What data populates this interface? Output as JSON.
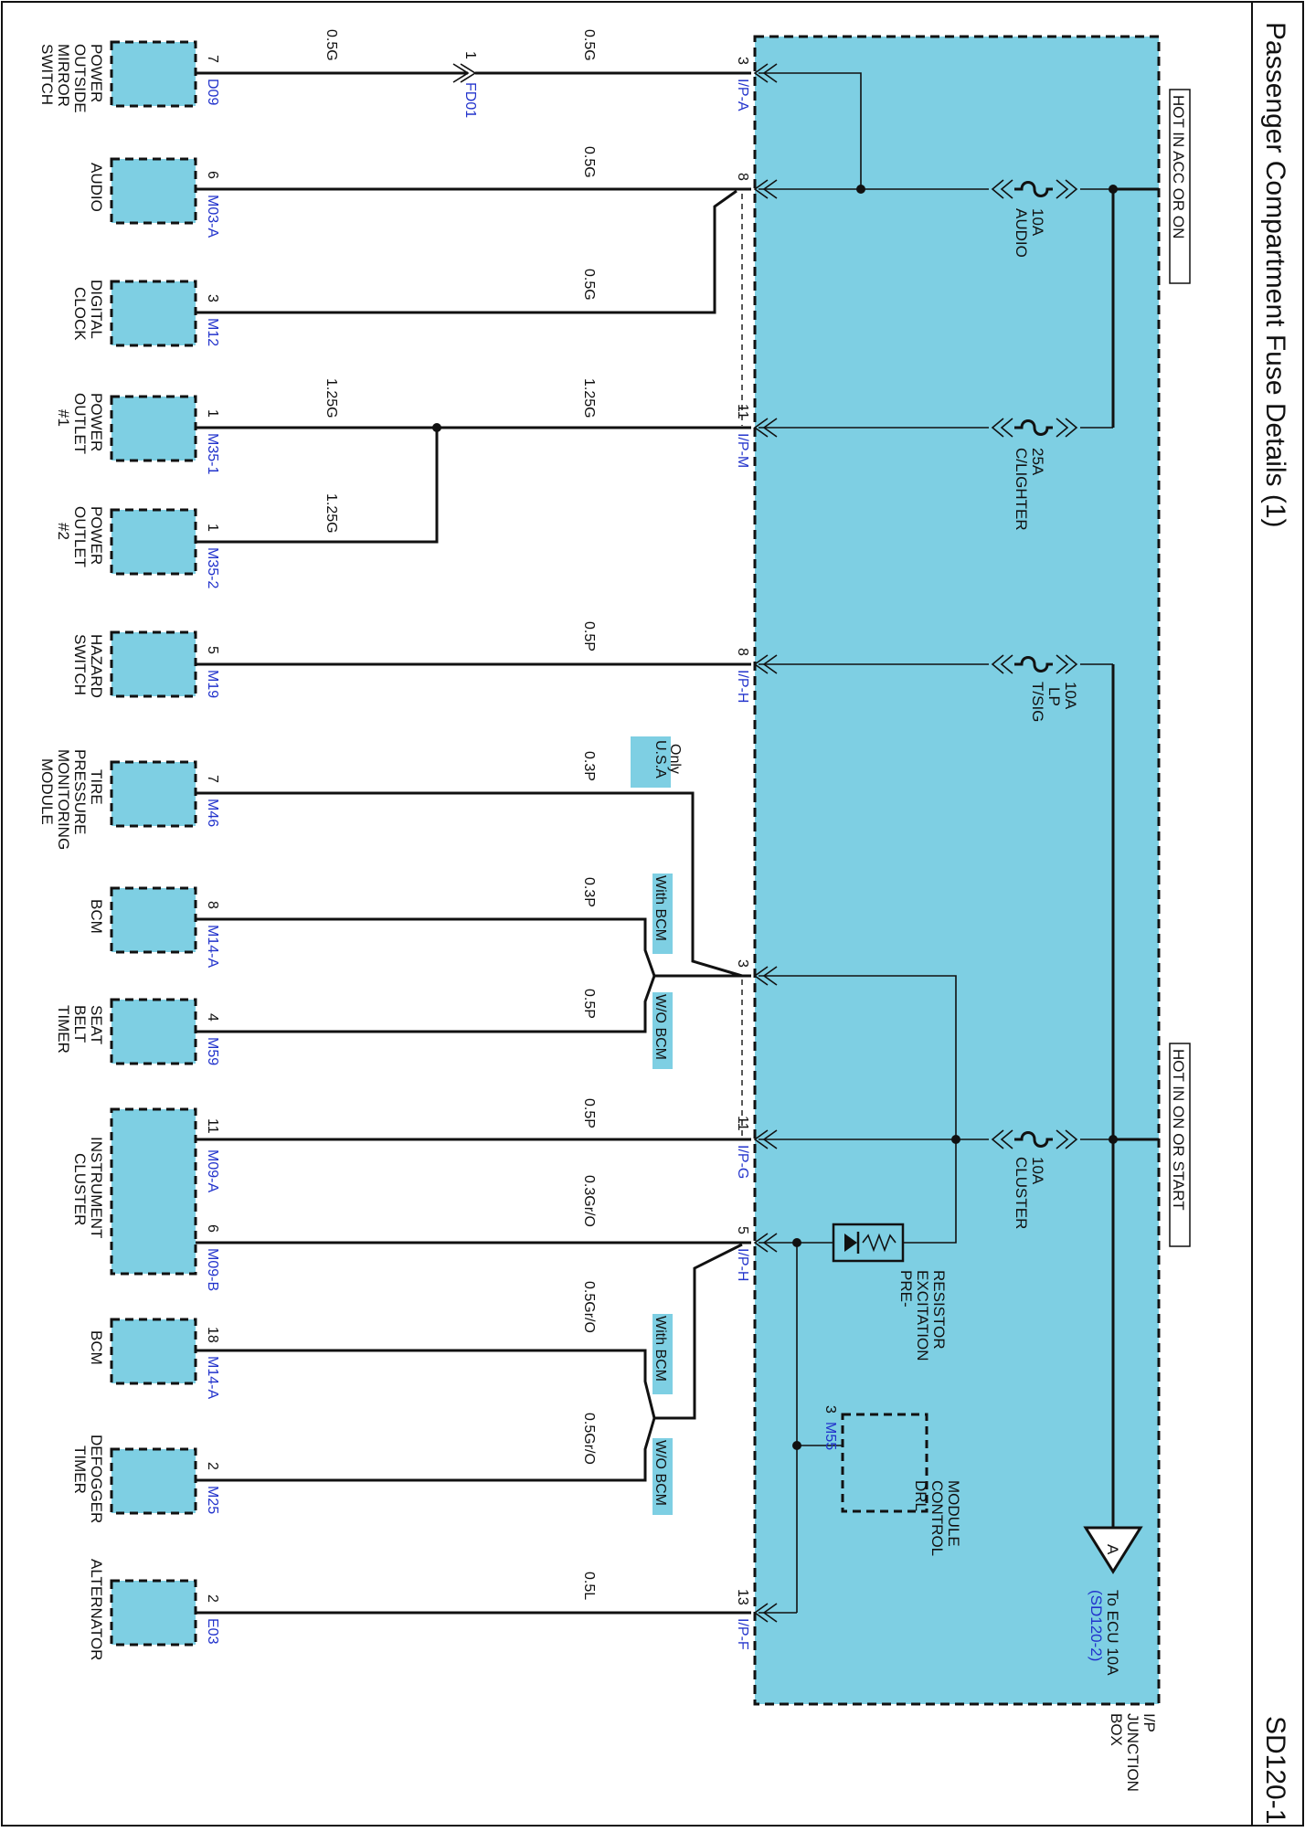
{
  "title": "Passenger Compartment Fuse Details (1)",
  "page_code": "SD120-1",
  "junction_box": [
    "I/P",
    "JUNCTION",
    "BOX"
  ],
  "power_labels": {
    "acc": "HOT IN ACC OR ON",
    "on": "HOT IN ON OR START"
  },
  "fuses": {
    "audio": [
      "AUDIO",
      "10A"
    ],
    "lighter": [
      "C/LIGHTER",
      "25A"
    ],
    "tsig": [
      "T/SIG",
      "LP",
      "10A"
    ],
    "cluster": [
      "CLUSTER",
      "10A"
    ]
  },
  "components": {
    "mirror": [
      "POWER",
      "OUTSIDE",
      "MIRROR",
      "SWITCH"
    ],
    "audio": [
      "AUDIO"
    ],
    "clock": [
      "DIGITAL",
      "CLOCK"
    ],
    "outlet1": [
      "POWER",
      "OUTLET",
      "#1"
    ],
    "outlet2": [
      "POWER",
      "OUTLET",
      "#2"
    ],
    "hazard": [
      "HAZARD",
      "SWITCH"
    ],
    "tpms": [
      "TIRE",
      "PRESSURE",
      "MONITORING",
      "MODULE"
    ],
    "bcm1": [
      "BCM"
    ],
    "seatbelt": [
      "SEAT",
      "BELT",
      "TIMER"
    ],
    "cluster": [
      "INSTRUMENT",
      "CLUSTER"
    ],
    "bcm2": [
      "BCM"
    ],
    "defogger": [
      "DEFOGGER",
      "TIMER"
    ],
    "alternator": [
      "ALTERNATOR"
    ],
    "drl": [
      "DRL",
      "CONTROL",
      "MODULE"
    ],
    "preexc": [
      "PRE-",
      "EXCITATION",
      "RESISTOR"
    ]
  },
  "wires": {
    "mirror": {
      "conn": "D09",
      "pin": "7",
      "color": "0.5G",
      "inline_conn": "FD01",
      "inline_pin": "1",
      "color2": "0.5G",
      "jb_conn": "I/P-A",
      "jb_pin": "3"
    },
    "audio": {
      "conn": "M03-A",
      "pin": "6",
      "color": "0.5G",
      "jb_pin": "8"
    },
    "clock": {
      "conn": "M12",
      "pin": "3",
      "color": "0.5G"
    },
    "outlet1": {
      "conn": "M35-1",
      "pin": "1",
      "color": "1.25G",
      "color2": "1.25G",
      "jb_conn": "I/P-M",
      "jb_pin": "11"
    },
    "outlet2": {
      "conn": "M35-2",
      "pin": "1",
      "color": "1.25G"
    },
    "hazard": {
      "conn": "M19",
      "pin": "5",
      "color": "0.5P",
      "jb_conn": "I/P-H",
      "jb_pin": "8"
    },
    "tpms": {
      "conn": "M46",
      "pin": "7",
      "color": "0.3P"
    },
    "bcm1": {
      "conn": "M14-A",
      "pin": "8",
      "color": "0.3P",
      "jb_pin": "3"
    },
    "seatbelt": {
      "conn": "M59",
      "pin": "4",
      "color": "0.5P"
    },
    "cluster_a": {
      "conn": "M09-A",
      "pin": "11",
      "color": "0.5P",
      "jb_conn": "I/P-G",
      "jb_pin": "11"
    },
    "cluster_b": {
      "conn": "M09-B",
      "pin": "6",
      "color": "0.3Gr/O",
      "jb_conn": "I/P-H",
      "jb_pin": "5"
    },
    "bcm2": {
      "conn": "M14-A",
      "pin": "18",
      "color": "0.5Gr/O"
    },
    "defogger": {
      "conn": "M25",
      "pin": "2",
      "color": "0.5Gr/O"
    },
    "alternator": {
      "conn": "E03",
      "pin": "2",
      "color": "0.5L",
      "jb_conn": "I/P-F",
      "jb_pin": "13"
    },
    "drl": {
      "conn": "M55",
      "pin": "3"
    }
  },
  "options": {
    "usa": [
      "U.S.A",
      "Only"
    ],
    "with_bcm": "With BCM",
    "wo_bcm": "W/O BCM"
  },
  "offpage": {
    "letter": "A",
    "text": "To ECU 10A",
    "ref": "(SD120-2)"
  }
}
